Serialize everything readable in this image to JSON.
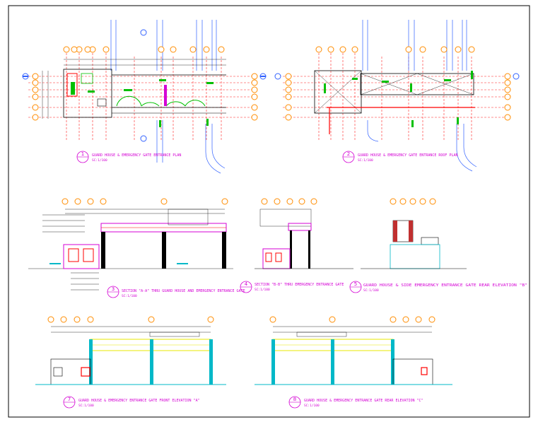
{
  "colors": {
    "border": "#000000",
    "grid": "#ff2020",
    "bubble": "#ff8c00",
    "bubble_blue": "#3060ff",
    "magenta": "#d400d4",
    "green": "#00c000",
    "cyan": "#00b8c8",
    "red": "#ff0000",
    "yellow": "#e8e800"
  },
  "drawings": [
    {
      "id": "1",
      "number": "1",
      "title": "GUARD HOUSE & EMERGENCY GATE ENTRANCE PLAN",
      "scale": "SC:1/100"
    },
    {
      "id": "2",
      "number": "2",
      "title": "GUARD HOUSE & EMERGENCY GATE ENTRANCE ROOF PLAN",
      "scale": "SC:1/100"
    },
    {
      "id": "3",
      "number": "3",
      "title": "SECTION \"A-A\" THRU GUARD HOUSE AND EMERGENCY ENTRANCE GATE",
      "scale": "SC:1/100"
    },
    {
      "id": "4",
      "number": "4",
      "title": "SECTION \"B-B\" THRU EMERGENCY ENTRANCE GATE",
      "scale": "SC:1/100"
    },
    {
      "id": "5",
      "number": "5",
      "title": "GUARD HOUSE & SIDE EMERGENCY ENTRANCE GATE REAR ELEVATION \"B\"",
      "scale": "SC:1/100"
    },
    {
      "id": "7",
      "number": "7",
      "title": "GUARD HOUSE & EMERGENCY ENTRANCE GATE FRONT ELEVATION \"A\"",
      "scale": "SC:1/100"
    },
    {
      "id": "8",
      "number": "8",
      "title": "GUARD HOUSE & EMERGENCY ENTRANCE GATE REAR ELEVATION \"C\"",
      "scale": "SC:1/100"
    }
  ]
}
